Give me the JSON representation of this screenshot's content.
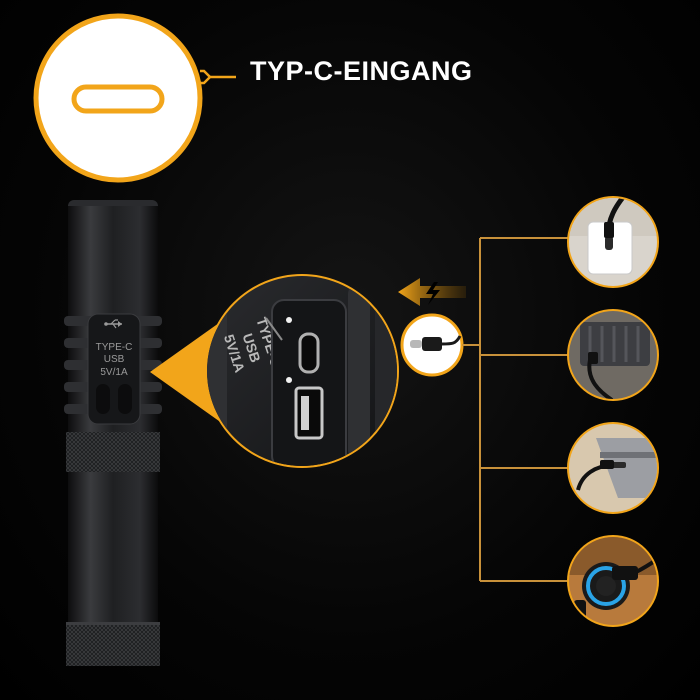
{
  "headline": "TYP-C-EINGANG",
  "flashlight_label": {
    "line1": "TYPE-C",
    "line2": "USB",
    "line3": "5V/1A"
  },
  "zoom_label": {
    "line1": "TYPE-C",
    "line2": "USB",
    "line3": "5V/1A"
  },
  "colors": {
    "accent": "#f2a51a",
    "background": "#000000",
    "text": "#ffffff",
    "body": "#1c1c1e"
  },
  "icons": [
    "usb-symbol-icon",
    "lightning-icon",
    "usb-c-cable-icon",
    "chevron-right-icon"
  ],
  "charging_sources": [
    "wall-adapter",
    "power-bank",
    "laptop",
    "car-charger"
  ]
}
